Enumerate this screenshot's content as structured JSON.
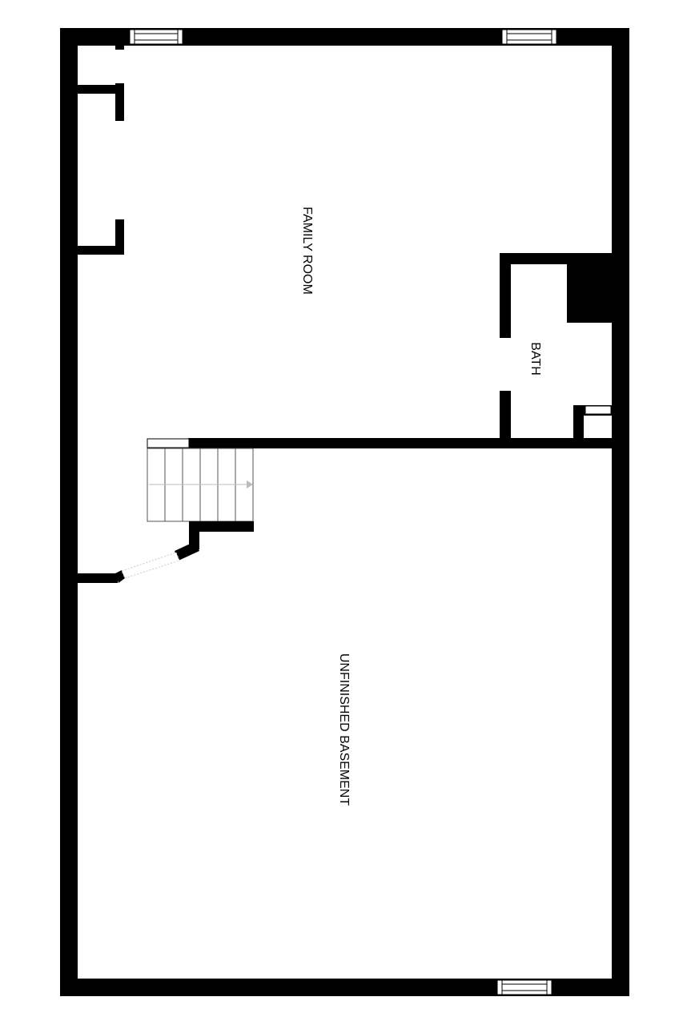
{
  "floor_plan": {
    "rooms": {
      "family_room": "FAMILY ROOM",
      "bath": "BATH",
      "unfinished_basement": "UNFINISHED BASEMENT"
    },
    "colors": {
      "wall": "#000000",
      "background": "#ffffff"
    }
  }
}
